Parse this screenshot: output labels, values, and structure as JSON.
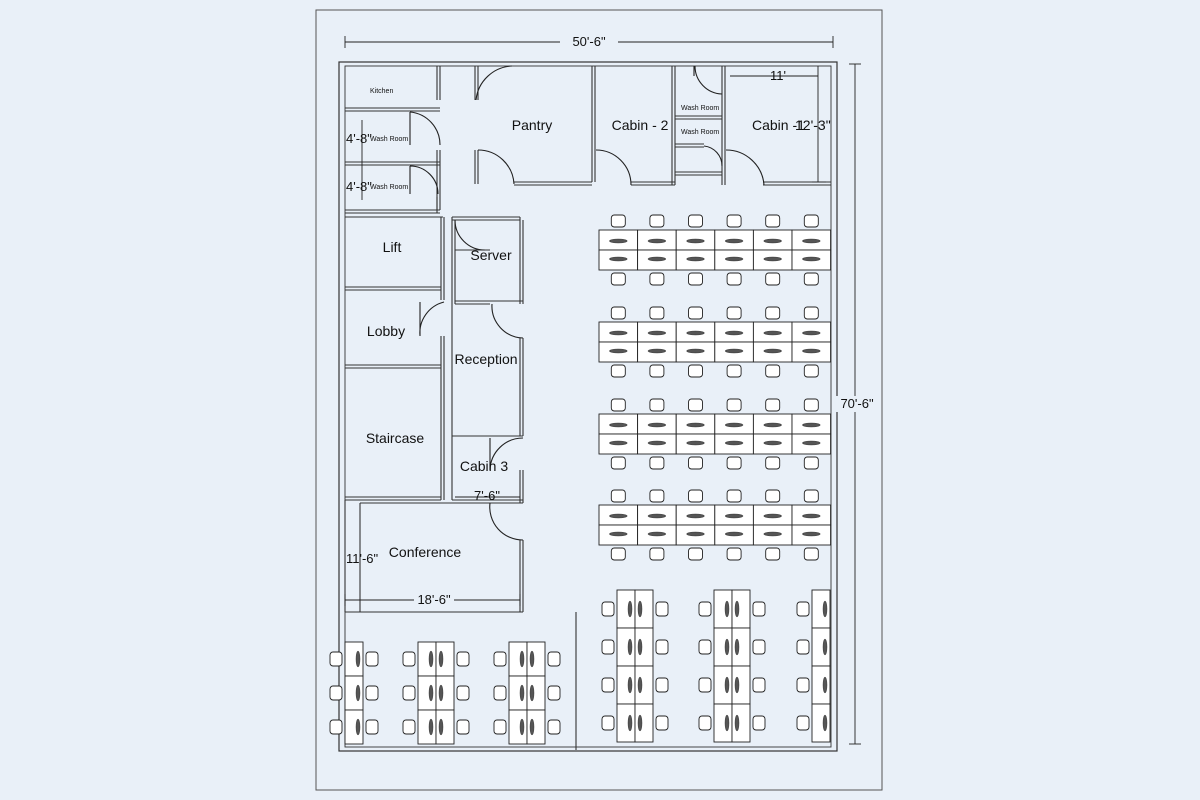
{
  "rooms": {
    "kitchen": "Kitchen",
    "wash_room_left": "Wash Room",
    "wash_room_right": "Wash Room",
    "pantry": "Pantry",
    "cabin2": "Cabin - 2",
    "cabin1": "Cabin -1",
    "lift": "Lift",
    "server": "Server",
    "lobby": "Lobby",
    "reception": "Reception",
    "staircase": "Staircase",
    "cabin3": "Cabin 3",
    "conference": "Conference"
  },
  "dimensions": {
    "overall_width": "50'-6\"",
    "overall_height": "70'-6\"",
    "cabin1_width": "11'",
    "cabin1_depth": "12'-3\"",
    "washroom_1": "4'-8\"",
    "washroom_2": "4'-8\"",
    "cabin3_width": "7'-6\"",
    "conference_height": "11'-6\"",
    "conference_width": "18'-6\""
  },
  "colors": {
    "background": "#e9f0f8",
    "line": "#222222",
    "desk": "#ffffff"
  },
  "workstations": {
    "horizontal_rows": 4,
    "seats_per_side": 6,
    "left_clusters": 3,
    "left_cluster_rows": 3,
    "right_clusters": 3,
    "right_cluster_rows": 4
  }
}
